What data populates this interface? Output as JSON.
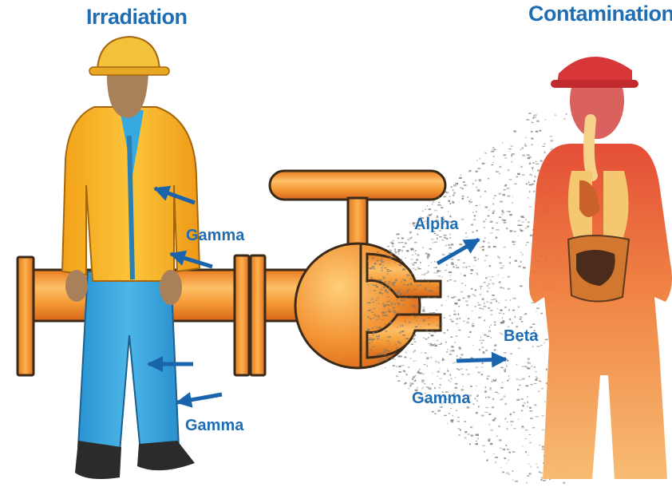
{
  "titles": {
    "left": "Irradiation",
    "right": "Contamination"
  },
  "labels": {
    "gamma_upper": "Gamma",
    "gamma_lower": "Gamma",
    "alpha": "Alpha",
    "beta": "Beta",
    "gamma_right": "Gamma"
  },
  "colors": {
    "label_blue": "#1f6db3",
    "pipe_orange": "#f0922e",
    "jacket_yellow": "#f7b21e",
    "coverall_blue": "#35a9e0",
    "hardhat_yellow": "#f3c23b",
    "suit_red": "#e2542f",
    "particle_gray": "#7a766c"
  }
}
